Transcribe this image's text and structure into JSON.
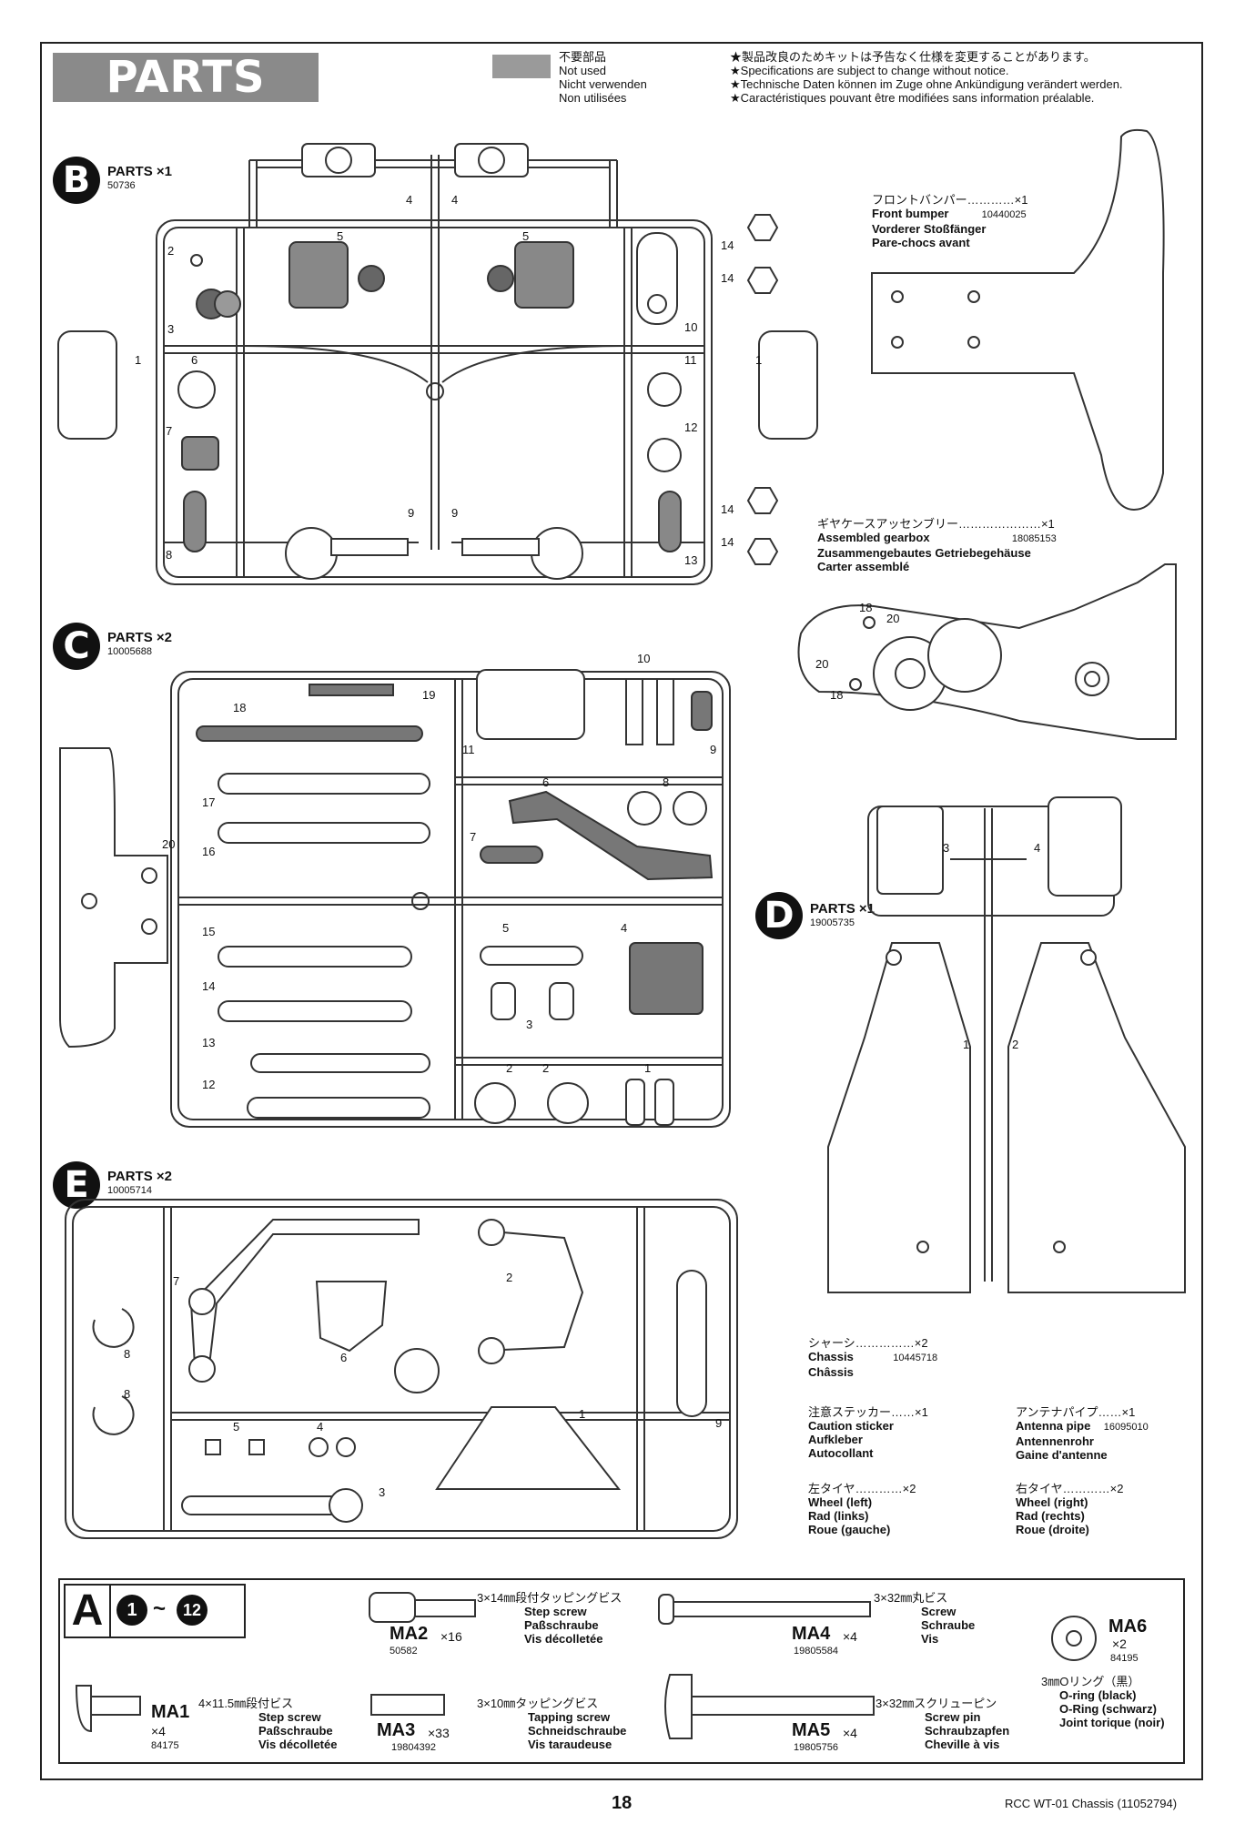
{
  "banner": "PARTS",
  "legend": [
    "不要部品",
    "Not used",
    "Nicht verwenden",
    "Non utilisées"
  ],
  "notes": [
    "★製品改良のためキットは予告なく仕様を変更することがあります。",
    "★Specifications are subject to change without notice.",
    "★Technische Daten können im Zuge ohne Ankündigung verändert werden.",
    "★Caractéristiques pouvant être modifiées sans information préalable."
  ],
  "sections": {
    "B": {
      "letter": "B",
      "title": "PARTS ×1",
      "code": "50736"
    },
    "C": {
      "letter": "C",
      "title": "PARTS ×2",
      "code": "10005688"
    },
    "D": {
      "letter": "D",
      "title": "PARTS ×1",
      "code": "19005735"
    },
    "E": {
      "letter": "E",
      "title": "PARTS ×2",
      "code": "10005714"
    }
  },
  "items": {
    "bumper": {
      "jp": "フロントバンパー…………×1",
      "en": "Front bumper",
      "code": "10440025",
      "de": "Vorderer Stoßfänger",
      "fr": "Pare-chocs avant"
    },
    "gearbox": {
      "jp": "ギヤケースアッセンブリー…………………×1",
      "en": "Assembled gearbox",
      "code": "18085153",
      "de": "Zusammengebautes Getriebegehäuse",
      "fr": "Carter assemblé"
    },
    "chassis": {
      "jp": "シャーシ……………×2",
      "en": "Chassis",
      "code": "10445718",
      "fr": "Châssis"
    },
    "sticker": {
      "jp": "注意ステッカー……×1",
      "en": "Caution sticker",
      "de": "Aufkleber",
      "fr": "Autocollant"
    },
    "antenna": {
      "jp": "アンテナパイプ……×1",
      "en": "Antenna pipe",
      "code": "16095010",
      "de": "Antennenrohr",
      "fr": "Gaine d'antenne"
    },
    "wheel_left": {
      "jp": "左タイヤ…………×2",
      "en": "Wheel (left)",
      "de": "Rad (links)",
      "fr": "Roue (gauche)"
    },
    "wheel_right": {
      "jp": "右タイヤ…………×2",
      "en": "Wheel (right)",
      "de": "Rad (rechts)",
      "fr": "Roue (droite)"
    }
  },
  "hardware_bag": {
    "letter": "A",
    "steps_from": "1",
    "steps_sep": "~",
    "steps_to": "12",
    "items": [
      {
        "name": "MA2",
        "qty": "×16",
        "code": "50582",
        "size": "3×14㎜段付タッピングビス",
        "en": "Step screw",
        "de": "Paßschraube",
        "fr": "Vis décolletée"
      },
      {
        "name": "MA4",
        "qty": "×4",
        "code": "19805584",
        "size": "3×32㎜丸ビス",
        "en": "Screw",
        "de": "Schraube",
        "fr": "Vis"
      },
      {
        "name": "MA6",
        "qty": "×2",
        "code": "84195",
        "size": "3㎜Oリング（黒）",
        "en": "O-ring (black)",
        "de": "O-Ring (schwarz)",
        "fr": "Joint torique (noir)"
      },
      {
        "name": "MA1",
        "qty": "×4",
        "code": "84175",
        "size": "4×11.5㎜段付ビス",
        "en": "Step screw",
        "de": "Paßschraube",
        "fr": "Vis décolletée"
      },
      {
        "name": "MA3",
        "qty": "×33",
        "code": "19804392",
        "size": "3×10㎜タッピングビス",
        "en": "Tapping screw",
        "de": "Schneidschraube",
        "fr": "Vis taraudeuse"
      },
      {
        "name": "MA5",
        "qty": "×4",
        "code": "19805756",
        "size": "3×32㎜スクリューピン",
        "en": "Screw pin",
        "de": "Schraubzapfen",
        "fr": "Cheville à vis"
      }
    ]
  },
  "part_numbers": {
    "B": [
      "4",
      "4",
      "5",
      "5",
      "2",
      "3",
      "14",
      "14",
      "10",
      "1",
      "1",
      "6",
      "7",
      "8",
      "11",
      "12",
      "9",
      "9",
      "14",
      "14",
      "13"
    ],
    "C": [
      "19",
      "18",
      "17",
      "16",
      "20",
      "15",
      "14",
      "13",
      "12",
      "11",
      "10",
      "9",
      "6",
      "8",
      "7",
      "5",
      "4",
      "3",
      "2",
      "2",
      "1"
    ],
    "D": [
      "3",
      "4",
      "1",
      "2"
    ],
    "E": [
      "7",
      "8",
      "8",
      "2",
      "6",
      "5",
      "4",
      "3",
      "1",
      "9"
    ],
    "gearbox_screws": [
      "18",
      "20",
      "20",
      "18"
    ]
  },
  "page_number": "18",
  "footer": "RCC WT-01 Chassis (11052794)"
}
